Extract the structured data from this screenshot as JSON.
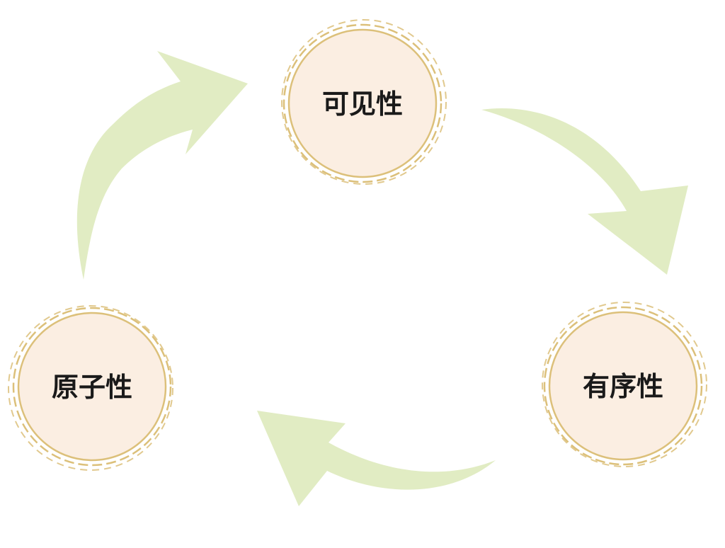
{
  "diagram": {
    "type": "cycle",
    "nodes": [
      {
        "id": "visibility",
        "label": "可见性"
      },
      {
        "id": "ordering",
        "label": "有序性"
      },
      {
        "id": "atomicity",
        "label": "原子性"
      }
    ],
    "edges": [
      {
        "from": "visibility",
        "to": "ordering"
      },
      {
        "from": "ordering",
        "to": "atomicity"
      },
      {
        "from": "atomicity",
        "to": "visibility"
      }
    ],
    "colors": {
      "node_fill": "#fbeee2",
      "node_ring": "#dcc07a",
      "arrow_fill": "#e1ecc3"
    }
  }
}
